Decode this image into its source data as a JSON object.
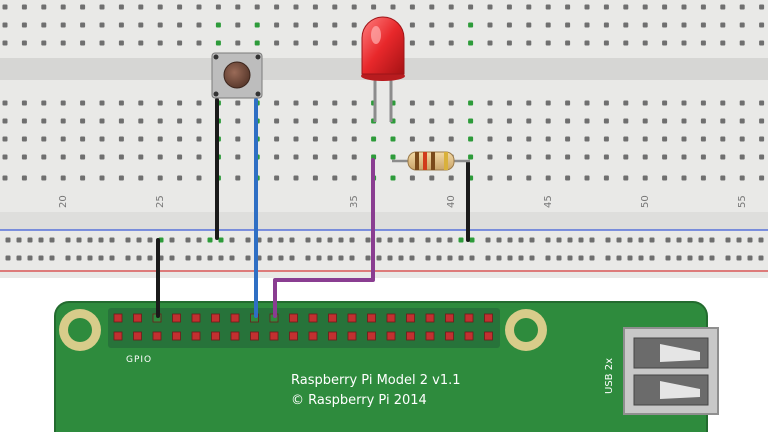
{
  "breadboard": {
    "column_numbers": [
      "20",
      "25",
      "35",
      "40",
      "45",
      "50",
      "55"
    ]
  },
  "pi": {
    "model_label": "Raspberry Pi Model 2 v1.1",
    "copyright_label": "© Raspberry Pi 2014",
    "gpio_label": "GPIO",
    "usb_label": "USB 2x"
  },
  "components": {
    "led": {
      "color": "#e8282b",
      "icon": "led-icon"
    },
    "button": {
      "icon": "pushbutton-icon"
    },
    "resistor": {
      "icon": "resistor-icon"
    }
  },
  "wire_colors": {
    "black": "#1a1a1a",
    "blue": "#2f6fc4",
    "purple": "#8a3d91"
  },
  "colors": {
    "board_bg": "#ececea",
    "pcb_green": "#2e8b3d",
    "rail_blue": "#3b5bd8",
    "rail_red": "#d63a3a"
  }
}
